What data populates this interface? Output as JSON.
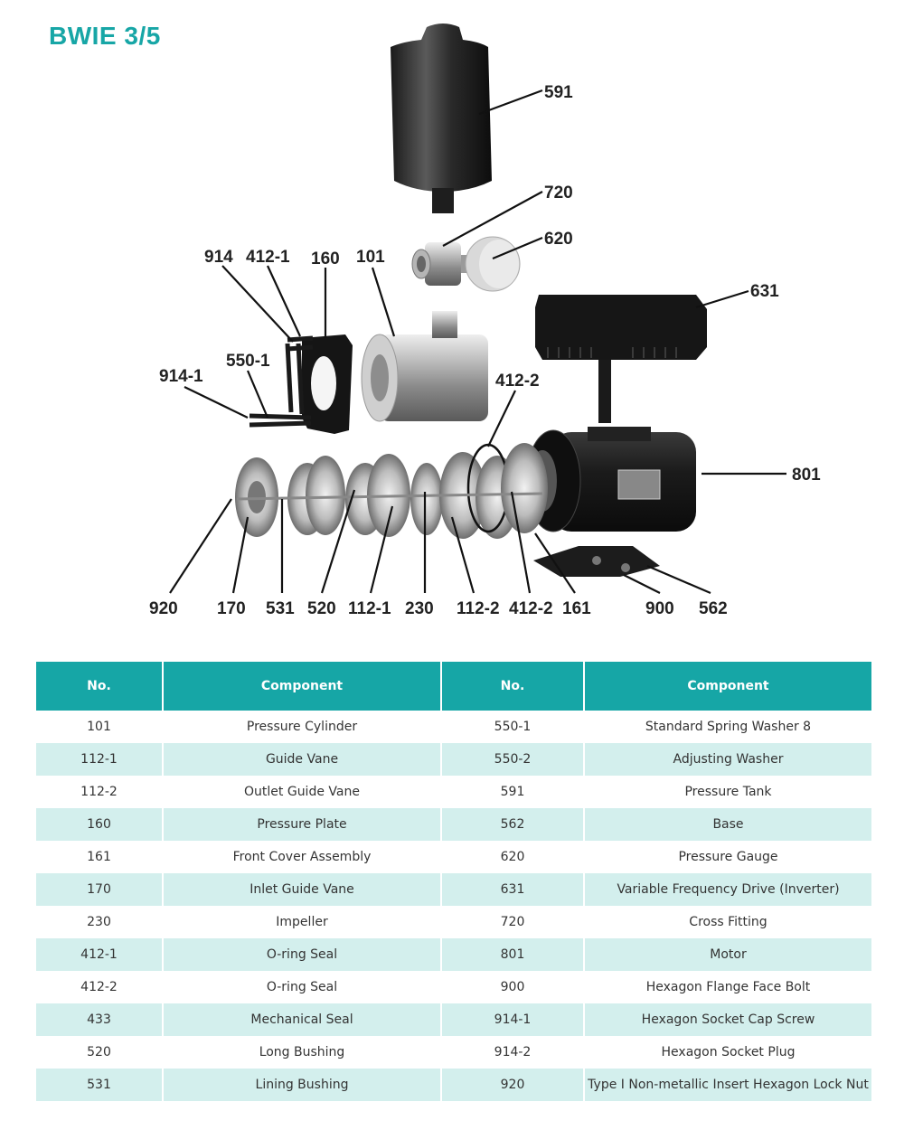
{
  "title": "BWIE 3/5",
  "callouts": {
    "c591": "591",
    "c720": "720",
    "c620": "620",
    "c631": "631",
    "c914": "914",
    "c412_1": "412-1",
    "c160": "160",
    "c101": "101",
    "c914_1": "914-1",
    "c550_1": "550-1",
    "c412_2_top": "412-2",
    "c801": "801",
    "c920": "920",
    "c170": "170",
    "c531": "531",
    "c520": "520",
    "c112_1": "112-1",
    "c230": "230",
    "c112_2": "112-2",
    "c412_2_bottom": "412-2",
    "c161": "161",
    "c900": "900",
    "c562": "562"
  },
  "table": {
    "headers": [
      "No.",
      "Component",
      "No.",
      "Component"
    ],
    "rows": [
      [
        "101",
        "Pressure Cylinder",
        "550-1",
        "Standard Spring Washer 8"
      ],
      [
        "112-1",
        "Guide Vane",
        "550-2",
        "Adjusting Washer"
      ],
      [
        "112-2",
        "Outlet Guide Vane",
        "591",
        "Pressure Tank"
      ],
      [
        "160",
        "Pressure Plate",
        "562",
        "Base"
      ],
      [
        "161",
        "Front Cover Assembly",
        "620",
        "Pressure Gauge"
      ],
      [
        "170",
        "Inlet Guide Vane",
        "631",
        "Variable Frequency Drive (Inverter)"
      ],
      [
        "230",
        "Impeller",
        "720",
        "Cross Fitting"
      ],
      [
        "412-1",
        "O-ring Seal",
        "801",
        "Motor"
      ],
      [
        "412-2",
        "O-ring Seal",
        "900",
        "Hexagon Flange Face Bolt"
      ],
      [
        "433",
        "Mechanical Seal",
        "914-1",
        "Hexagon Socket Cap Screw"
      ],
      [
        "520",
        "Long Bushing",
        "914-2",
        "Hexagon Socket Plug"
      ],
      [
        "531",
        "Lining Bushing",
        "920",
        "Type I Non-metallic Insert Hexagon Lock Nut"
      ]
    ]
  },
  "colors": {
    "accent": "#17a6a6",
    "header_bg": "#16a6a6",
    "stripe": "#d3efed"
  }
}
